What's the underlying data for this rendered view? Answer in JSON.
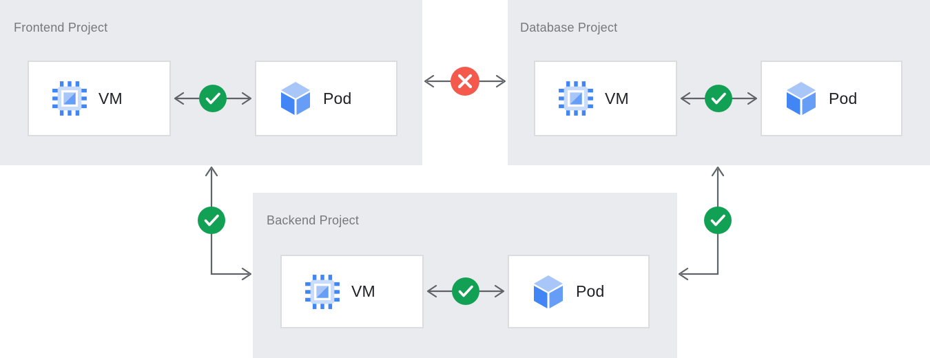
{
  "theme": {
    "panel_bg": "#E9EBEE",
    "box_bg": "#FFFFFF",
    "box_border": "#DADCE0",
    "panel_label_color": "#76787B",
    "node_label_color": "#202124",
    "arrow_color": "#5F6368",
    "allowed_color": "#12A054",
    "blocked_color": "#F4594D",
    "icon_blue": "#4285F4",
    "icon_blue_mid": "#669DF6",
    "icon_blue_light": "#A9C6F9",
    "icon_blue_pale": "#C9DCFB"
  },
  "panels": [
    {
      "id": "frontend",
      "label": "Frontend Project",
      "nodes": [
        {
          "type": "vm",
          "icon": "chip-icon",
          "label": "VM"
        },
        {
          "type": "pod",
          "icon": "cube-icon",
          "label": "Pod"
        }
      ],
      "internal_connection": {
        "status": "allowed",
        "icon": "check-circle-icon"
      }
    },
    {
      "id": "database",
      "label": "Database Project",
      "nodes": [
        {
          "type": "vm",
          "icon": "chip-icon",
          "label": "VM"
        },
        {
          "type": "pod",
          "icon": "cube-icon",
          "label": "Pod"
        }
      ],
      "internal_connection": {
        "status": "allowed",
        "icon": "check-circle-icon"
      }
    },
    {
      "id": "backend",
      "label": "Backend Project",
      "nodes": [
        {
          "type": "vm",
          "icon": "chip-icon",
          "label": "VM"
        },
        {
          "type": "pod",
          "icon": "cube-icon",
          "label": "Pod"
        }
      ],
      "internal_connection": {
        "status": "allowed",
        "icon": "check-circle-icon"
      }
    }
  ],
  "connections": [
    {
      "between": [
        "frontend",
        "database"
      ],
      "status": "blocked",
      "icon": "x-circle-icon",
      "arrow": "bidirectional"
    },
    {
      "between": [
        "frontend",
        "backend"
      ],
      "status": "allowed",
      "icon": "check-circle-icon",
      "arrow": "bidirectional-elbow"
    },
    {
      "between": [
        "database",
        "backend"
      ],
      "status": "allowed",
      "icon": "check-circle-icon",
      "arrow": "bidirectional-elbow"
    }
  ]
}
